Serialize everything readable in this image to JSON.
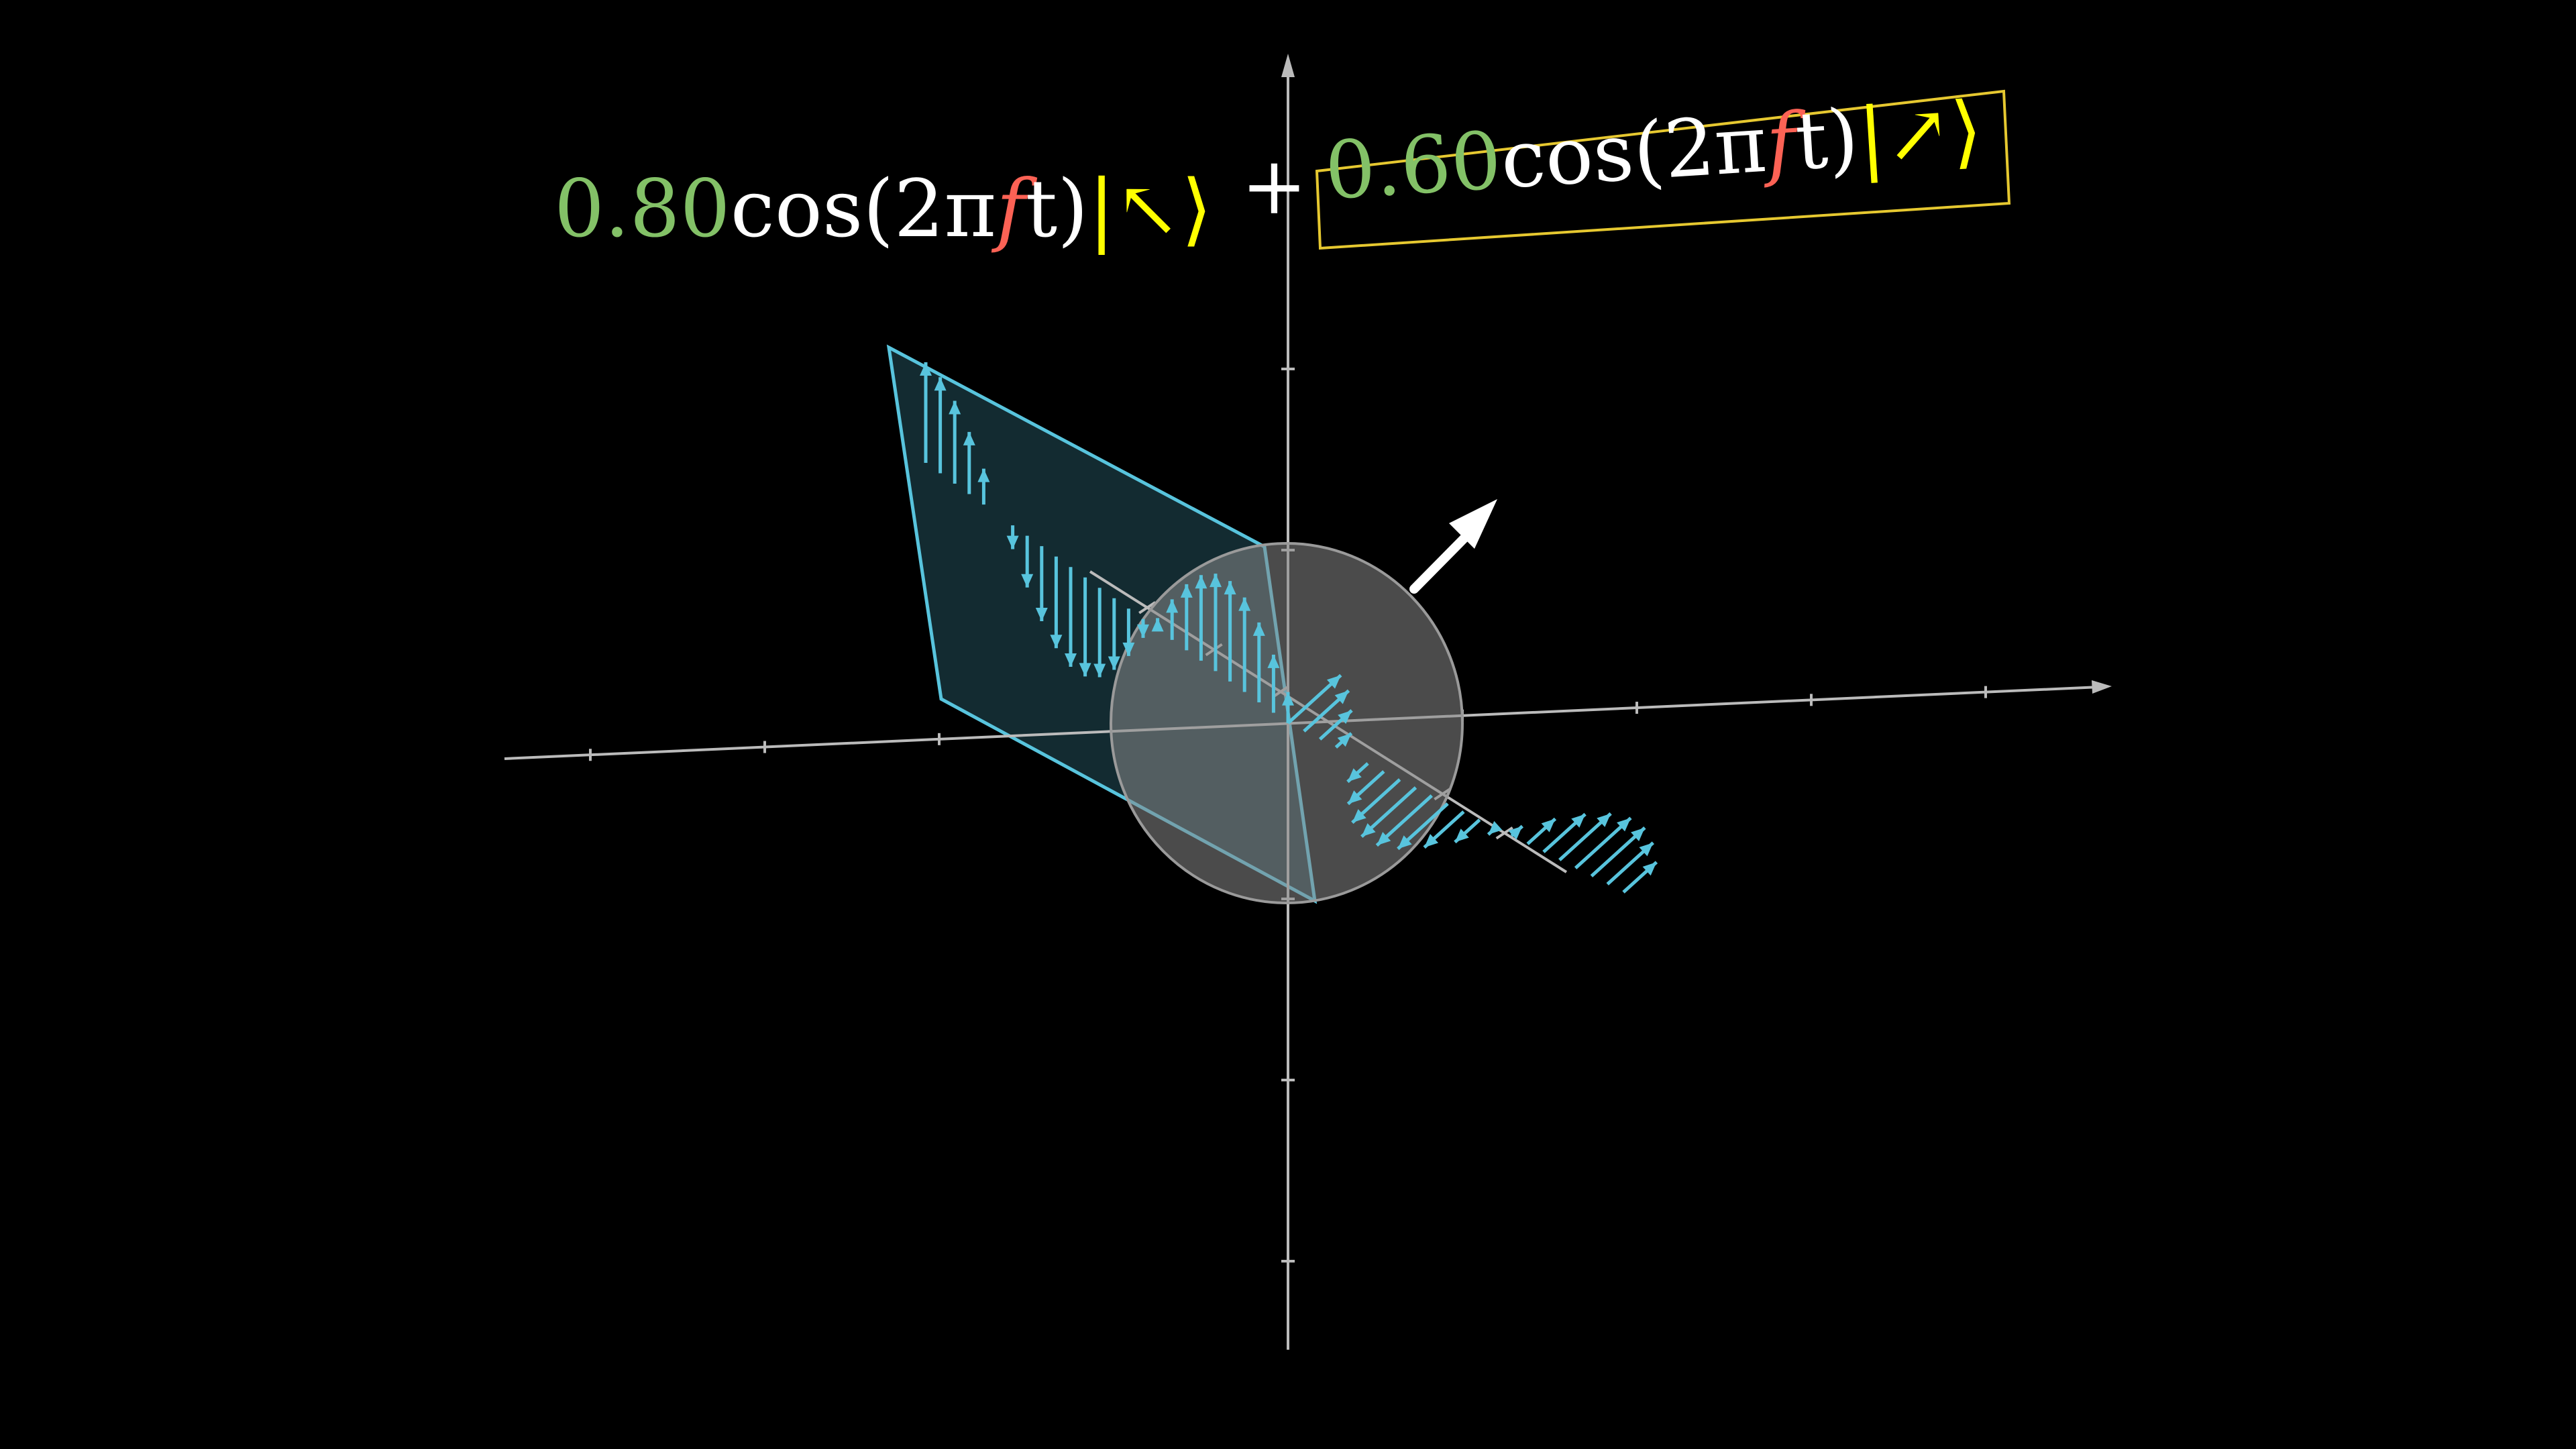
{
  "equation": {
    "term1": {
      "coefficient": "0.80",
      "func_open": "cos(2π",
      "freq": "f",
      "func_close": "t)",
      "ket_open": "|",
      "ket_symbol": "↖",
      "ket_close": "⟩"
    },
    "plus": "+",
    "term2": {
      "coefficient": "0.60",
      "func_open": "cos(2π",
      "freq": "f",
      "func_close": "t)",
      "ket_open": "|",
      "ket_symbol": "↗",
      "ket_close": "⟩"
    }
  },
  "colors": {
    "background": "#000000",
    "coefficient": "#83c167",
    "frequency": "#fc6255",
    "ket": "#ffff00",
    "text": "#ffffff",
    "highlight_box": "#e6c830",
    "wave_arrows": "#58c4dd",
    "polarization_plane": "#58c4dd",
    "filter_disk": "#888888",
    "axes": "#bbbbbb",
    "direction_arrow": "#ffffff"
  },
  "icons": {
    "direction_arrow": "arrow-up-right-icon"
  }
}
